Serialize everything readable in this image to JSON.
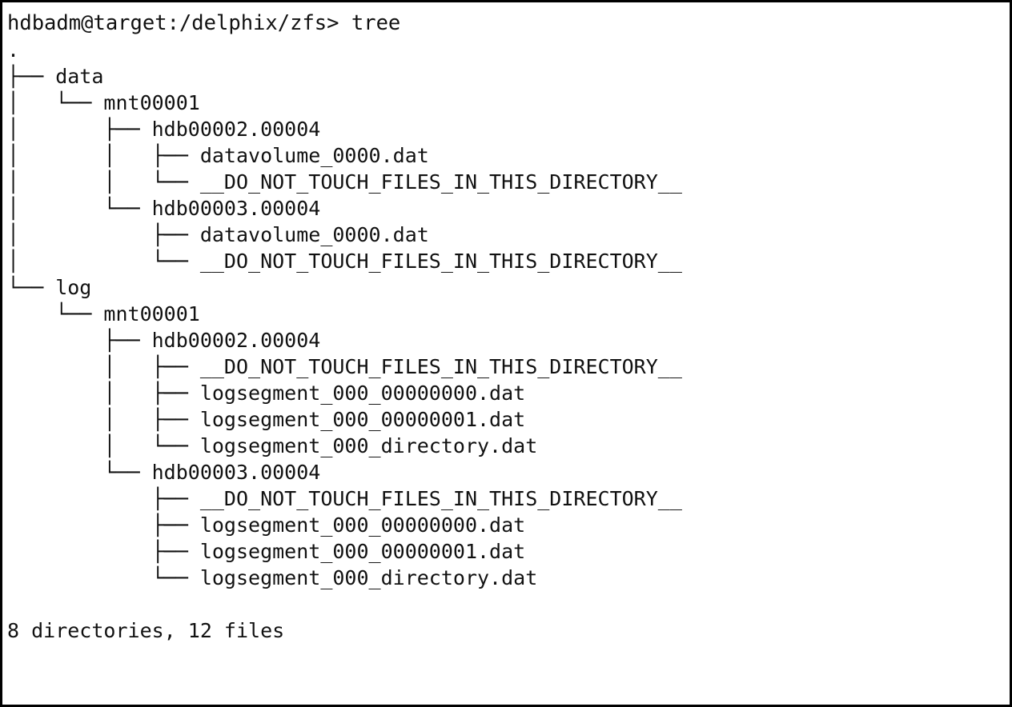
{
  "terminal": {
    "prompt": {
      "user": "hdbadm",
      "host": "target",
      "cwd": "/delphix/zfs",
      "symbol": ">",
      "full_prompt": "hdbadm@target:/delphix/zfs>",
      "command": "tree",
      "prompt_line": "hdbadm@target:/delphix/zfs> tree"
    },
    "tree_output": [
      ".",
      "├── data",
      "│   └── mnt00001",
      "│       ├── hdb00002.00004",
      "│       │   ├── datavolume_0000.dat",
      "│       │   └── __DO_NOT_TOUCH_FILES_IN_THIS_DIRECTORY__",
      "│       └── hdb00003.00004",
      "│           ├── datavolume_0000.dat",
      "│           └── __DO_NOT_TOUCH_FILES_IN_THIS_DIRECTORY__",
      "└── log",
      "    └── mnt00001",
      "        ├── hdb00002.00004",
      "        │   ├── __DO_NOT_TOUCH_FILES_IN_THIS_DIRECTORY__",
      "        │   ├── logsegment_000_00000000.dat",
      "        │   ├── logsegment_000_00000001.dat",
      "        │   └── logsegment_000_directory.dat",
      "        └── hdb00003.00004",
      "            ├── __DO_NOT_TOUCH_FILES_IN_THIS_DIRECTORY__",
      "            ├── logsegment_000_00000000.dat",
      "            ├── logsegment_000_00000001.dat",
      "            └── logsegment_000_directory.dat"
    ],
    "blank_line": "",
    "summary": {
      "directories_count": 8,
      "files_count": 12,
      "text": "8 directories, 12 files"
    },
    "colors": {
      "background": "#ffffff",
      "foreground": "#111111",
      "border": "#000000"
    }
  }
}
